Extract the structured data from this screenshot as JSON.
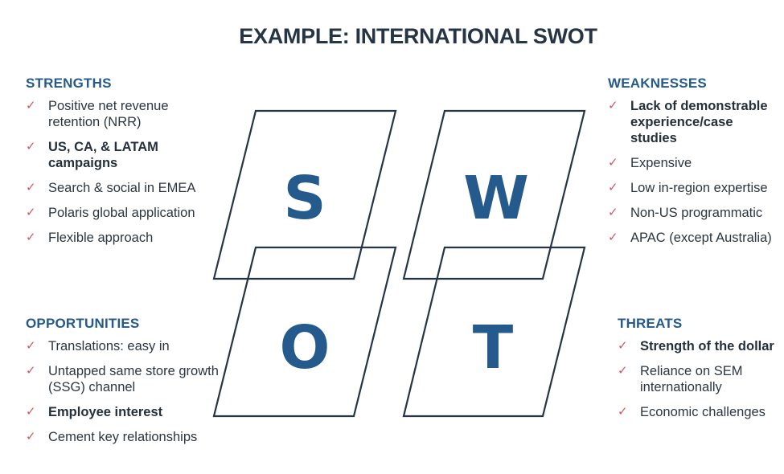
{
  "title": "EXAMPLE: INTERNATIONAL SWOT",
  "colors": {
    "title": "#253545",
    "heading": "#245a8c",
    "letter": "#245a8c",
    "outline": "#253545",
    "check": "#d0585e"
  },
  "check_icon": "✓",
  "letters": {
    "s": "S",
    "w": "W",
    "o": "O",
    "t": "T"
  },
  "strengths": {
    "heading": "STRENGTHS",
    "items": [
      {
        "text": "Positive net revenue retention (NRR)",
        "bold": false
      },
      {
        "text": "US, CA, & LATAM campaigns",
        "bold": true
      },
      {
        "text": "Search & social in EMEA",
        "bold": false
      },
      {
        "text": "Polaris global application",
        "bold": false
      },
      {
        "text": "Flexible approach",
        "bold": false
      }
    ]
  },
  "weaknesses": {
    "heading": "WEAKNESSES",
    "items": [
      {
        "text": "Lack of demonstrable experience/case studies",
        "bold": true
      },
      {
        "text": "Expensive",
        "bold": false
      },
      {
        "text": "Low in-region expertise",
        "bold": false
      },
      {
        "text": "Non-US programmatic",
        "bold": false
      },
      {
        "text": "APAC (except Australia)",
        "bold": false
      }
    ]
  },
  "opportunities": {
    "heading": "OPPORTUNITIES",
    "items": [
      {
        "text": "Translations: easy in",
        "bold": false
      },
      {
        "text": "Untapped same store growth (SSG) channel",
        "bold": false
      },
      {
        "text": "Employee interest",
        "bold": true
      },
      {
        "text": "Cement key relationships",
        "bold": false
      }
    ]
  },
  "threats": {
    "heading": "THREATS",
    "items": [
      {
        "text": "Strength of the dollar",
        "bold": true
      },
      {
        "text": "Reliance on SEM internationally",
        "bold": false
      },
      {
        "text": "Economic challenges",
        "bold": false
      }
    ]
  }
}
